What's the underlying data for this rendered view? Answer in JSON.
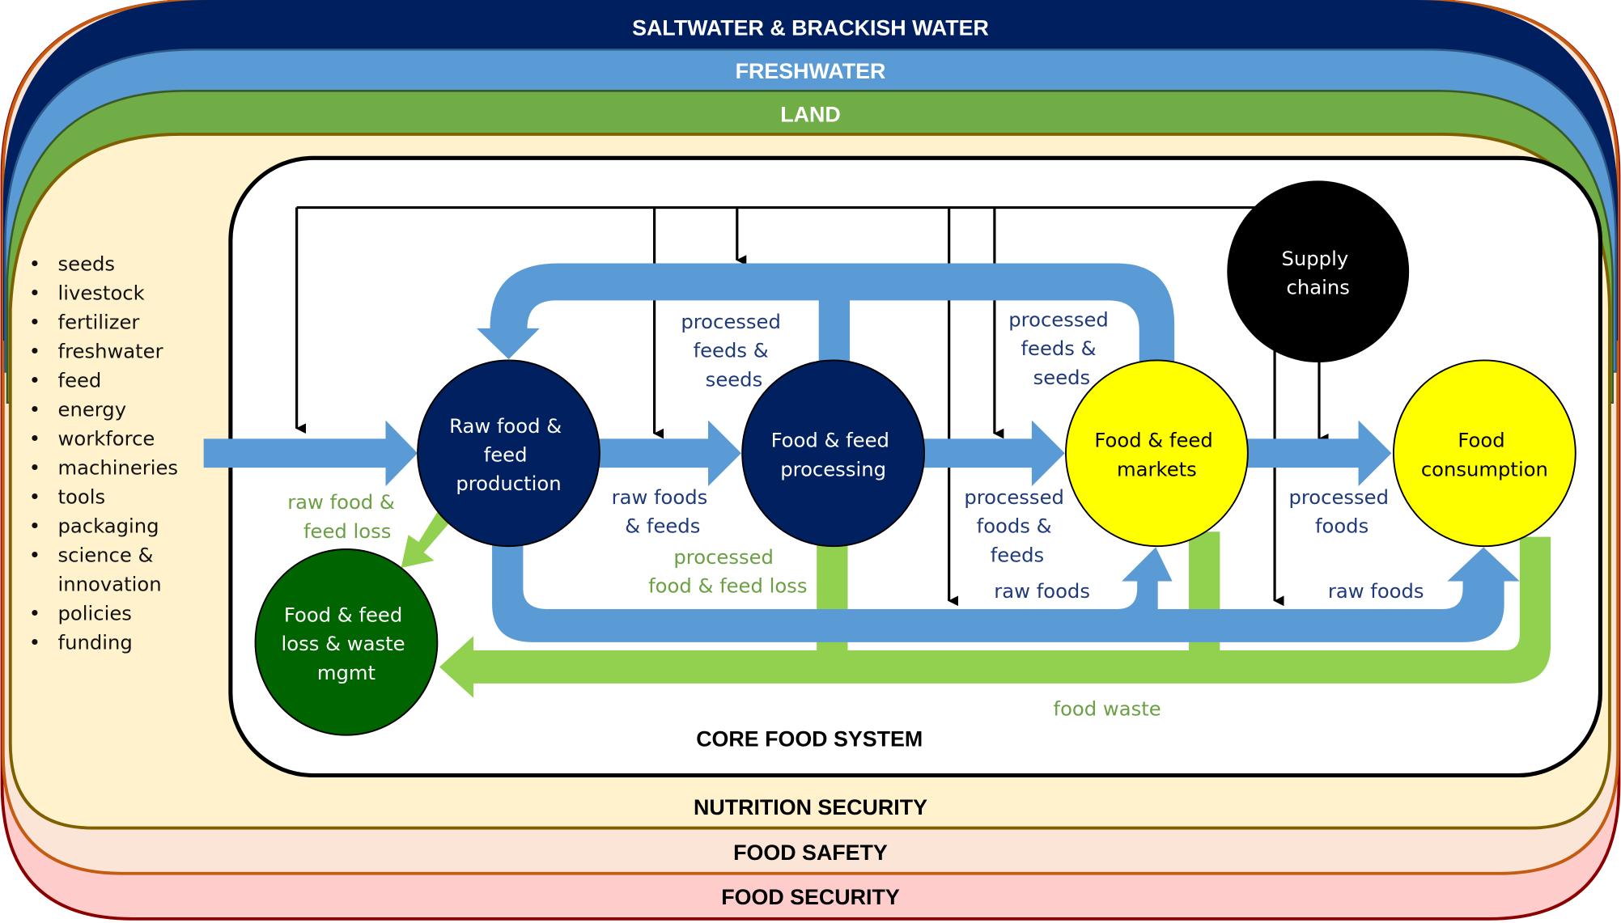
{
  "colors": {
    "saltwater": "#001f5f",
    "freshwater": "#5b9bd5",
    "land": "#70ad47",
    "nutrition_security": "#fff2cc",
    "food_safety": "#fbe5d6",
    "food_security": "#ffcccc",
    "core": "#ffffff",
    "blue_flow": "#5b9bd5",
    "green_flow": "#92d050",
    "dark_node": "#002060",
    "yellow_node": "#ffff00",
    "waste_node": "#006400",
    "supply_node": "#000000",
    "blue_text": "#1f3a7a",
    "green_text": "#6aa043"
  },
  "layers": {
    "saltwater": "SALTWATER & BRACKISH WATER",
    "freshwater": "FRESHWATER",
    "land": "LAND",
    "nutrition_security": "NUTRITION SECURITY",
    "food_safety": "FOOD SAFETY",
    "food_security": "FOOD SECURITY"
  },
  "core_title": "CORE FOOD SYSTEM",
  "inputs": [
    {
      "bullet": "•",
      "lines": [
        "seeds"
      ]
    },
    {
      "bullet": "•",
      "lines": [
        "livestock"
      ]
    },
    {
      "bullet": "•",
      "lines": [
        "fertilizer"
      ]
    },
    {
      "bullet": "•",
      "lines": [
        "freshwater"
      ]
    },
    {
      "bullet": "•",
      "lines": [
        "feed"
      ]
    },
    {
      "bullet": "•",
      "lines": [
        "energy"
      ]
    },
    {
      "bullet": "•",
      "lines": [
        "workforce"
      ]
    },
    {
      "bullet": "•",
      "lines": [
        "machineries"
      ]
    },
    {
      "bullet": "•",
      "lines": [
        "tools"
      ]
    },
    {
      "bullet": "•",
      "lines": [
        "packaging"
      ]
    },
    {
      "bullet": "•",
      "lines": [
        "science &",
        "innovation"
      ]
    },
    {
      "bullet": "•",
      "lines": [
        "policies"
      ]
    },
    {
      "bullet": "•",
      "lines": [
        "funding"
      ]
    }
  ],
  "nodes": {
    "raw_production": [
      "Raw food &",
      "feed",
      "production"
    ],
    "processing": [
      "Food & feed",
      "processing"
    ],
    "markets": [
      "Food & feed",
      "markets"
    ],
    "consumption": [
      "Food",
      "consumption"
    ],
    "supply_chains": [
      "Supply",
      "chains"
    ],
    "waste_mgmt": [
      "Food & feed",
      "loss & waste",
      "mgmt"
    ]
  },
  "flows": {
    "processed_feeds_seeds_1": [
      "processed",
      "feeds &",
      "seeds"
    ],
    "processed_feeds_seeds_2": [
      "processed",
      "feeds &",
      "seeds"
    ],
    "raw_foods_feeds": [
      "raw foods",
      "& feeds"
    ],
    "processed_foods_feeds": [
      "processed",
      "foods &",
      "feeds"
    ],
    "processed_foods": [
      "processed",
      "foods"
    ],
    "raw_foods_1": [
      "raw foods"
    ],
    "raw_foods_2": [
      "raw foods"
    ],
    "raw_food_feed_loss": [
      "raw food &",
      "feed loss"
    ],
    "processed_food_feed_loss": [
      "processed",
      "food & feed loss"
    ],
    "food_waste": [
      "food waste"
    ]
  }
}
